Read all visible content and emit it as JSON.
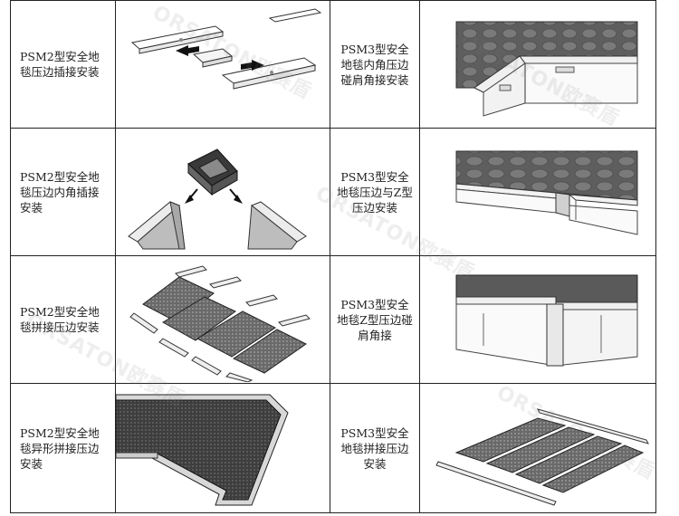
{
  "rows": [
    {
      "left_label": "PSM2型安全地毯压边插接安装",
      "right_label": "PSM3型安全地毯内角压边碰肩角接安装",
      "left_illustration": "straight-edge-plug-joint",
      "right_illustration": "inner-corner-edge-joint"
    },
    {
      "left_label": "PSM2型安全地毯压边内角插接安装",
      "right_label": "PSM3型安全地毯压边与Z型压边安装",
      "left_illustration": "inner-corner-plug-joint",
      "right_illustration": "edge-with-z-edge"
    },
    {
      "left_label": "PSM2型安全地毯拼接压边安装",
      "right_label": "PSM3型安全地毯Z型压边碰肩角接",
      "left_illustration": "spliced-mats-with-edges",
      "right_illustration": "z-edge-shoulder-joint"
    },
    {
      "left_label": "PSM2型安全地毯异形拼接压边安装",
      "right_label": "PSM3型安全地毯拼接压边安装",
      "left_illustration": "irregular-shape-edge",
      "right_illustration": "spliced-mats-edge-install"
    }
  ],
  "watermark_text": "ORSATON欧赛盾",
  "colors": {
    "border": "#222222",
    "mat_dark": "#5a5a5a",
    "edge_light": "#e6e6e6"
  }
}
